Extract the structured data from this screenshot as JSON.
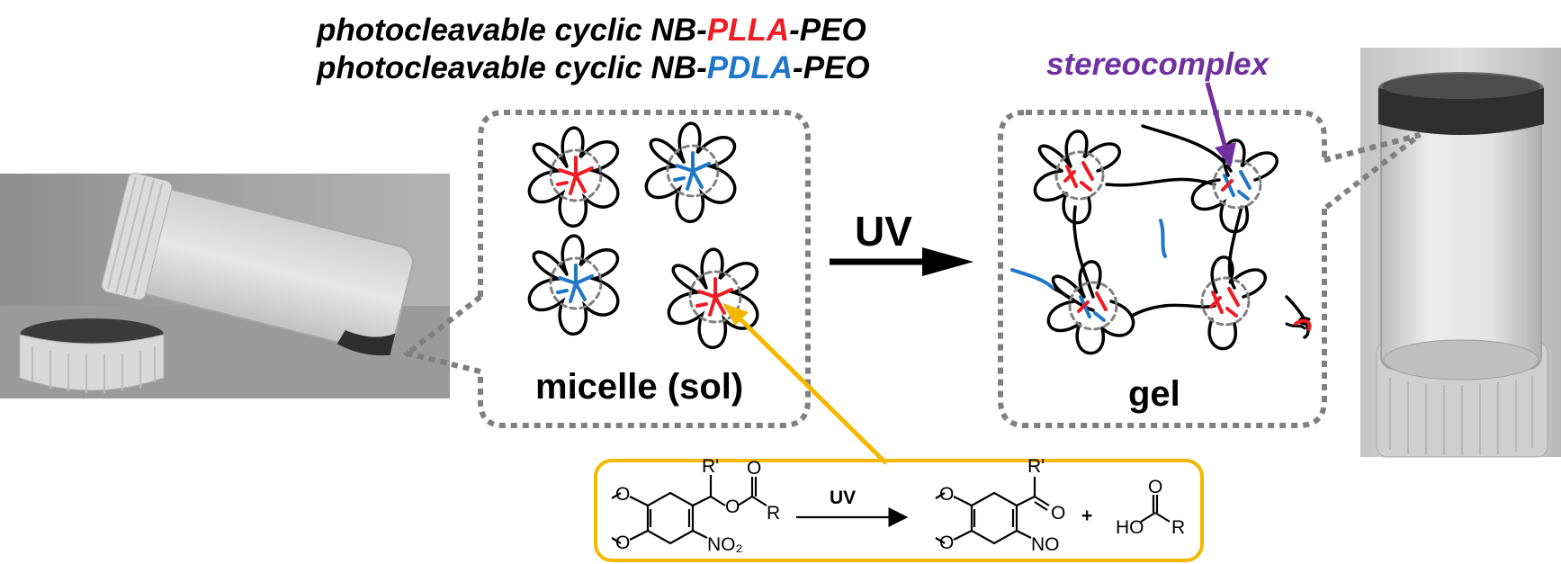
{
  "title_line1": {
    "prefix": "photocleavable cyclic NB-",
    "polymer": "PLLA",
    "suffix": "-PEO",
    "polymer_color": "#ee1c25"
  },
  "title_line2": {
    "prefix": "photocleavable cyclic NB-",
    "polymer": "PDLA",
    "suffix": "-PEO",
    "polymer_color": "#1f77c8"
  },
  "stereocomplex_label": "stereocomplex",
  "stereocomplex_color": "#7030a0",
  "micelle_label": "micelle (sol)",
  "gel_label": "gel",
  "main_arrow_label": "UV",
  "reaction": {
    "arrow_label": "UV",
    "reactant_substituent_top": "R'",
    "reactant_carbonyl_o": "O",
    "reactant_ester_o": "O",
    "reactant_r": "R",
    "reactant_nitro": "NO₂",
    "product_substituent_top": "R'",
    "product_carbonyl_o": "O",
    "product_nitroso": "NO",
    "plus": "+",
    "acid_o": "O",
    "acid_ho": "HO",
    "acid_r": "R",
    "box_color": "#f4b800"
  },
  "icons": [
    "vial-tilted-photo",
    "vial-upright-photo",
    "micelle-icon",
    "gel-network-icon",
    "callout-arrow-icon"
  ]
}
